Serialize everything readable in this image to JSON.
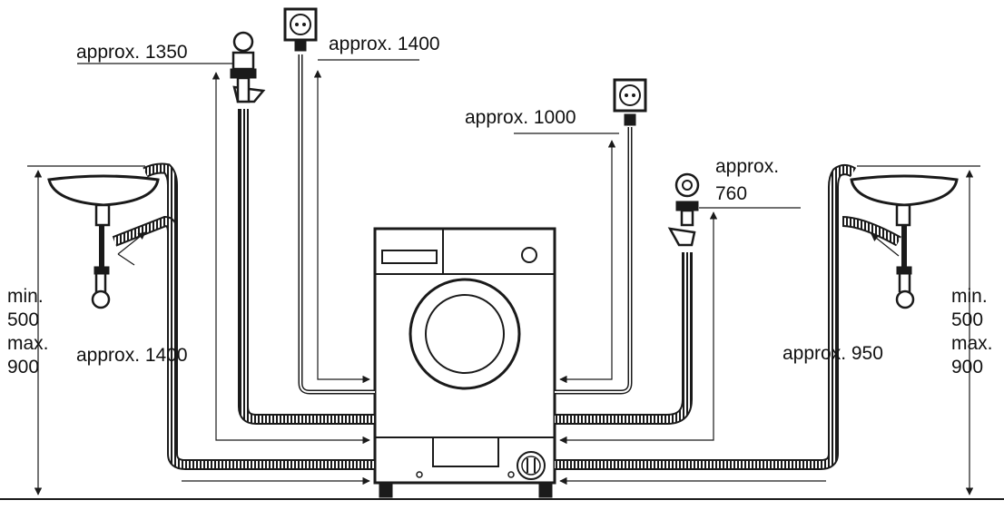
{
  "dimensions": {
    "drain_hose_hanging": "approx. 1350",
    "power_cord_left": "approx. 1400",
    "power_cord_right": "approx. 1000",
    "water_inlet_right_line1": "approx.",
    "water_inlet_right_line2": "760",
    "drain_hose_left": "approx. 1400",
    "drain_hose_right": "approx. 950",
    "sink_height_left": [
      "min.",
      "500",
      "max.",
      "900"
    ],
    "sink_height_right": [
      "min.",
      "500",
      "max.",
      "900"
    ]
  },
  "colors": {
    "line": "#1a1a1a",
    "background": "#ffffff"
  }
}
